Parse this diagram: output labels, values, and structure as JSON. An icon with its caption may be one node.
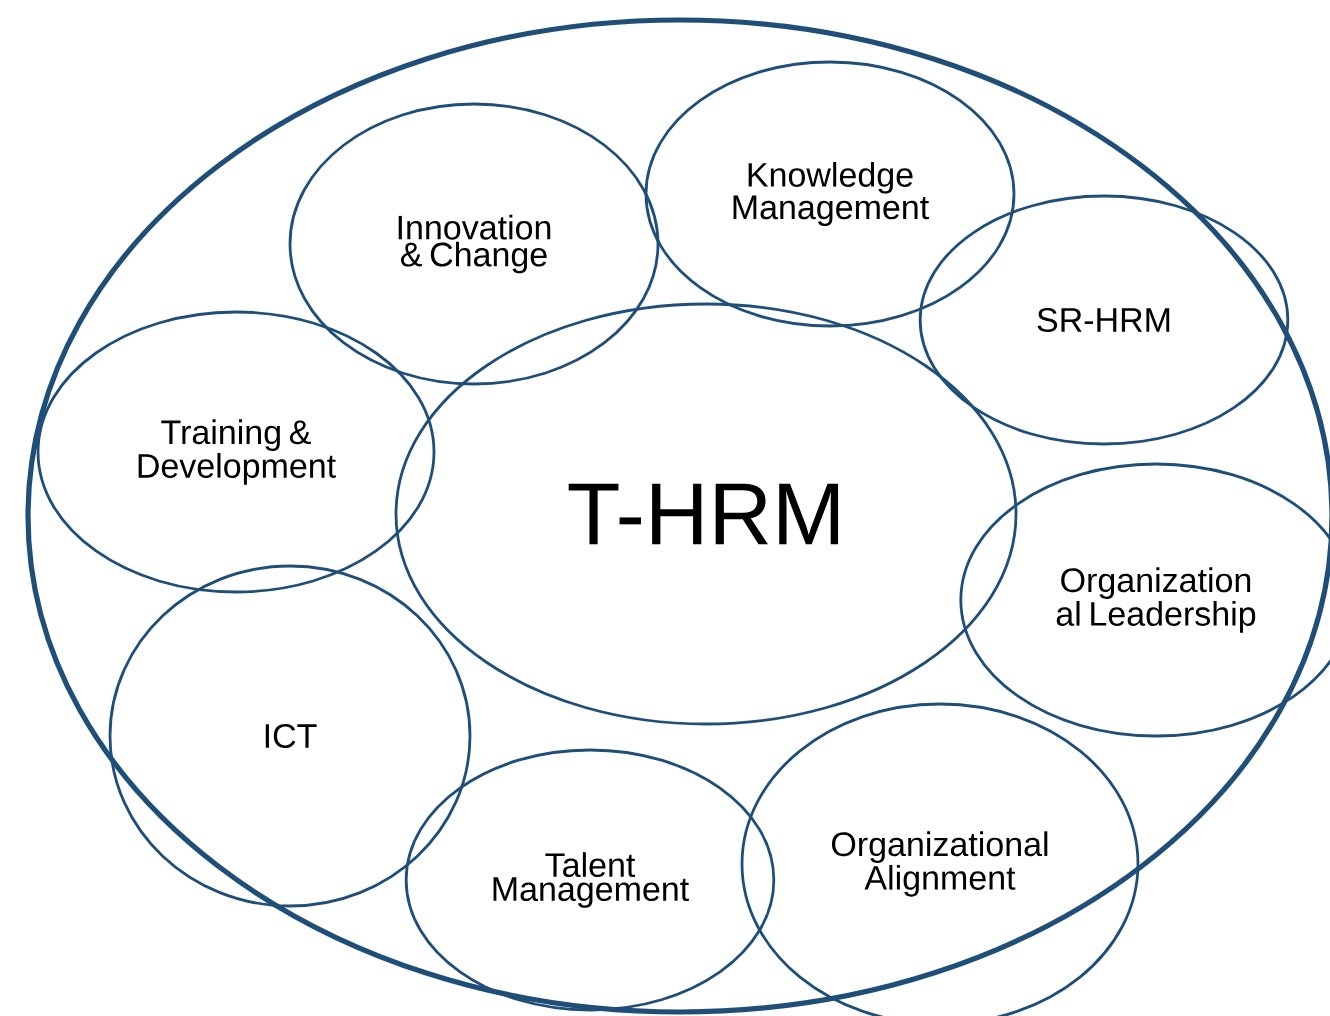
{
  "diagram": {
    "nodes": [
      {
        "text": [],
        "shape": "circle"
      },
      {
        "text": [
          "Knowledge Management"
        ],
        "in": 0
      },
      {
        "text": [
          "Innovation & Change"
        ],
        "in": 0
      },
      {
        "text": [
          "SR-HRM"
        ],
        "in": 0
      },
      {
        "text": [
          "Training & Development"
        ],
        "in": 0
      },
      {
        "text": [
          "T-HRM"
        ],
        "in": 0
      },
      {
        "text": [
          "Organization al Leadership"
        ],
        "in": 0
      },
      {
        "text": [
          "ICT"
        ],
        "in": 0
      },
      {
        "text": [
          "Organizational Alignment"
        ],
        "in": 0
      },
      {
        "text": [
          "Talent Management"
        ],
        "in": 0
      }
    ]
  }
}
